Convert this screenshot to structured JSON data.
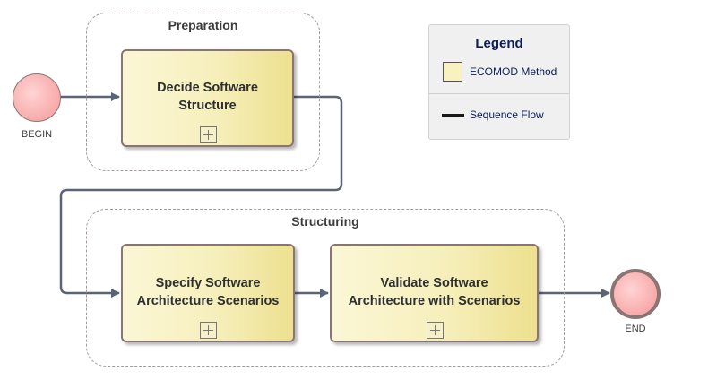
{
  "groups": {
    "preparation": {
      "title": "Preparation"
    },
    "structuring": {
      "title": "Structuring"
    }
  },
  "events": {
    "begin": {
      "label": "BEGIN"
    },
    "end": {
      "label": "END"
    }
  },
  "tasks": {
    "decide": {
      "line1": "Decide Software",
      "line2": "Structure"
    },
    "specify": {
      "line1": "Specify Software",
      "line2": "Architecture Scenarios"
    },
    "validate": {
      "line1": "Validate Software",
      "line2": "Architecture with Scenarios"
    }
  },
  "legend": {
    "title": "Legend",
    "items": [
      {
        "label": "ECOMOD Method",
        "icon": "method-swatch-icon"
      },
      {
        "label": "Sequence Flow",
        "icon": "sequence-flow-line-icon"
      }
    ]
  },
  "colors": {
    "connector": "#5a6378",
    "task_border": "#8a7474",
    "task_fill": "#f6efbb",
    "event_fill": "#f8aaaa",
    "legend_title": "#0d1d58"
  }
}
